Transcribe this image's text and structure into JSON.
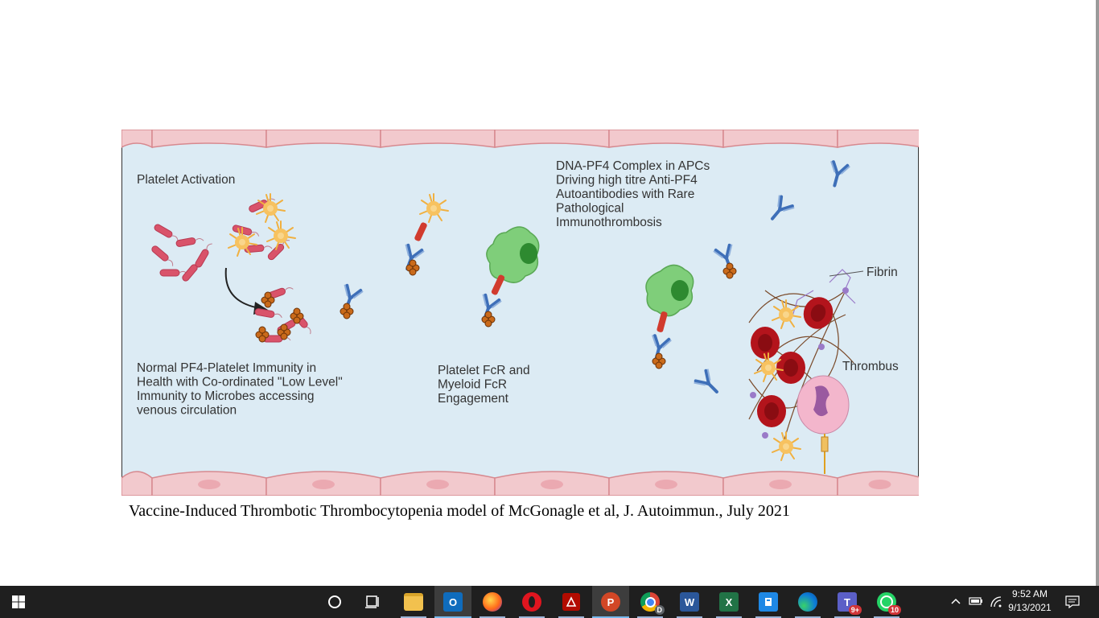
{
  "figure": {
    "labels": {
      "platelet_activation": "Platelet Activation",
      "dna_pf4_lines": [
        "DNA-PF4 Complex in APCs",
        "Driving high titre Anti-PF4",
        "Autoantibodies with Rare",
        "Pathological",
        "Immunothrombosis"
      ],
      "fibrin": "Fibrin",
      "thrombus": "Thrombus",
      "normal_lines": [
        "Normal PF4-Platelet Immunity in",
        "Health with Co-ordinated \"Low Level\"",
        "Immunity  to Microbes accessing",
        "venous circulation"
      ],
      "fcr_lines": [
        "Platelet FcR and",
        "Myeloid FcR",
        "Engagement"
      ]
    },
    "colors": {
      "vessel_interior": "#dcebf4",
      "endothelium": "#f2c9cd",
      "platelet": "#f5b545",
      "bacteria": "#d9536a",
      "antibody": "#3e6fb8",
      "pf4": "#c96a1a",
      "apc": "#7fce7a",
      "rbc": "#b3141c"
    }
  },
  "caption": "Vaccine-Induced Thrombotic Thrombocytopenia model of McGonagle et al, J. Autoimmun., July 2021",
  "taskbar": {
    "apps": [
      {
        "name": "windows-start",
        "icon": "windows-logo-icon"
      },
      {
        "name": "search",
        "icon": "cortana-circle-icon"
      },
      {
        "name": "task-view",
        "icon": "task-view-icon"
      },
      {
        "name": "file-explorer",
        "icon": "folder-icon"
      },
      {
        "name": "outlook",
        "icon": "outlook-icon",
        "letter": "O"
      },
      {
        "name": "firefox",
        "icon": "firefox-icon"
      },
      {
        "name": "opera",
        "icon": "opera-icon"
      },
      {
        "name": "acrobat",
        "icon": "acrobat-icon"
      },
      {
        "name": "powerpoint",
        "icon": "powerpoint-icon",
        "letter": "P"
      },
      {
        "name": "chrome",
        "icon": "chrome-icon",
        "letter": "D"
      },
      {
        "name": "word",
        "icon": "word-icon",
        "letter": "W"
      },
      {
        "name": "excel",
        "icon": "excel-icon",
        "letter": "X"
      },
      {
        "name": "onedrive-app",
        "icon": "app-icon"
      },
      {
        "name": "edge",
        "icon": "edge-icon"
      },
      {
        "name": "teams",
        "icon": "teams-icon",
        "letter": "T",
        "badge": "9+"
      },
      {
        "name": "whatsapp",
        "icon": "whatsapp-icon",
        "badge": "10"
      }
    ],
    "clock": {
      "time": "9:52 AM",
      "date": "9/13/2021"
    }
  }
}
